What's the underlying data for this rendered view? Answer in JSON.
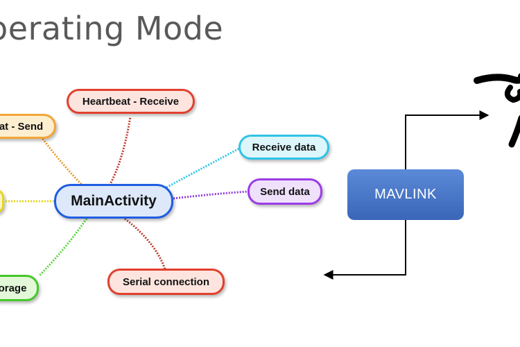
{
  "slide": {
    "title": "perating Mode"
  },
  "mindmap": {
    "center": {
      "label": "MainActivity",
      "fill": "#dde8fb",
      "border": "#1f5de0"
    },
    "branches": [
      {
        "id": "heartbeat-receive",
        "label": "Heartbeat - Receive",
        "fill": "#fde4df",
        "border": "#e2402e",
        "line": "#c0392b"
      },
      {
        "id": "heartbeat-send",
        "label": "at - Send",
        "fill": "#fdeed0",
        "border": "#f3a536",
        "line": "#e89a2c"
      },
      {
        "id": "receive-data",
        "label": "Receive data",
        "fill": "#dcf6fb",
        "border": "#2fc3e6",
        "line": "#2fc3e6"
      },
      {
        "id": "send-data",
        "label": "Send data",
        "fill": "#efe0fb",
        "border": "#9b3be6",
        "line": "#8e3bdc"
      },
      {
        "id": "serial-connection",
        "label": "Serial connection",
        "fill": "#fde4df",
        "border": "#e2402e",
        "line": "#c0392b"
      },
      {
        "id": "storage",
        "label": "orage",
        "fill": "#e2f8d8",
        "border": "#44c828",
        "line": "#55d43a"
      },
      {
        "id": "left-yellow",
        "label": "",
        "fill": "#fbf5c8",
        "border": "#e7d51c",
        "line": "#e5d420"
      }
    ]
  },
  "protocol": {
    "label": "MAVLINK"
  }
}
